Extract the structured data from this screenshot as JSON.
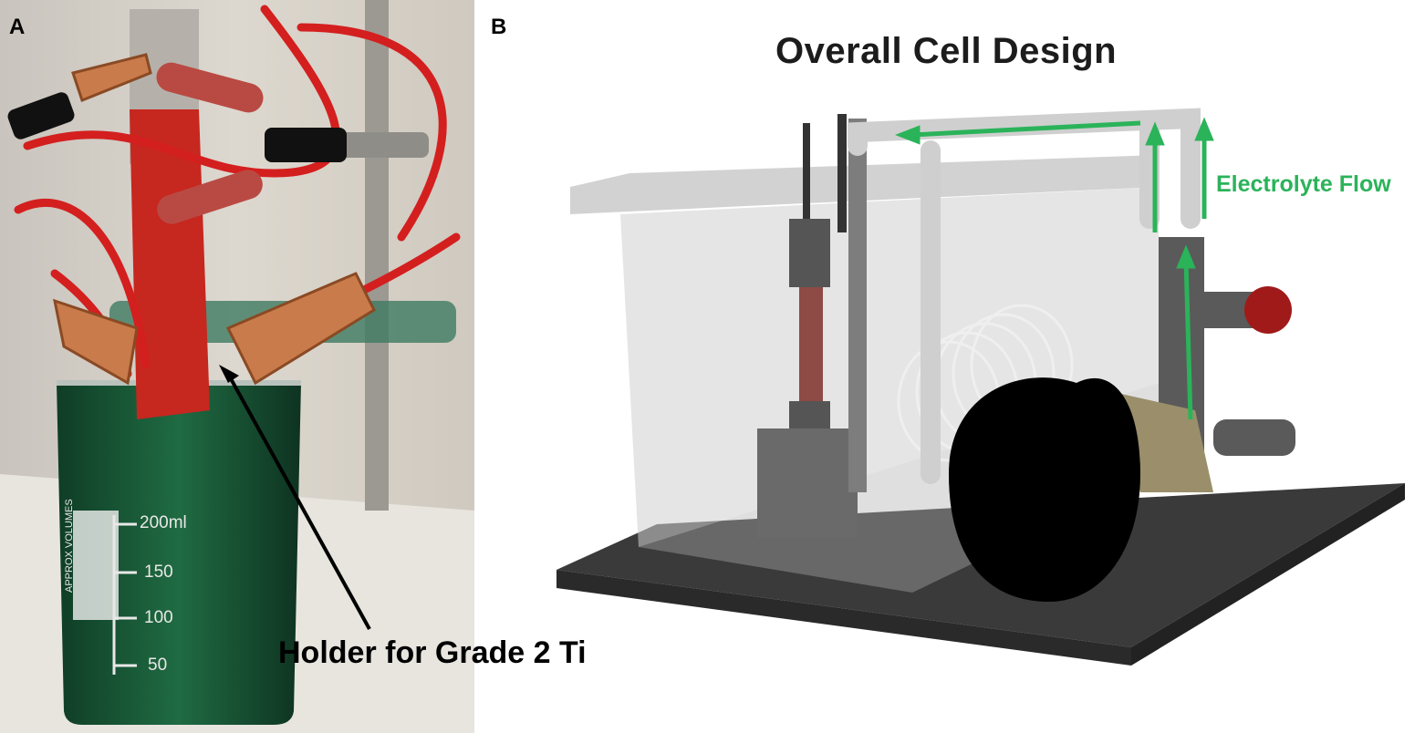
{
  "panels": {
    "a": {
      "letter": "A"
    },
    "b": {
      "letter": "B"
    }
  },
  "photo": {
    "graduations": [
      "200ml",
      "150",
      "100",
      "50"
    ],
    "vertical_text": "APPROX VOLUMES",
    "annotation": "Holder for Grade 2 Ti"
  },
  "render": {
    "title": "Overall Cell Design",
    "flow_label": "Electrolyte Flow",
    "flow_color": "#2bb35a"
  }
}
